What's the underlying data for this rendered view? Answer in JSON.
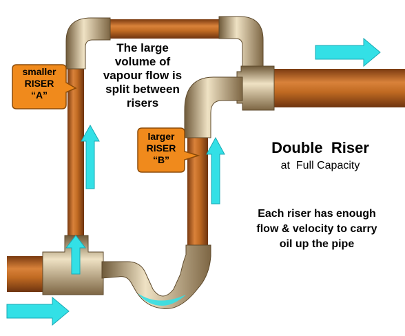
{
  "callouts": {
    "smaller_riser": [
      "smaller",
      "RISER",
      "“A”"
    ],
    "larger_riser": [
      "larger",
      "RISER",
      "“B”"
    ]
  },
  "center_note": [
    "The large",
    "volume of",
    "vapour flow is",
    "split between",
    "risers"
  ],
  "title": "Double  Riser",
  "subtitle": "at  Full Capacity",
  "description": [
    "Each riser has enough",
    "flow & velocity to carry",
    "oil up the pipe"
  ],
  "colors": {
    "copper": "#b5651d",
    "brass": "#b9a27a",
    "callout": "#f08a1c",
    "arrow": "#33e0e6"
  },
  "icons": {
    "flow_arrow": "flow-arrow-icon"
  }
}
